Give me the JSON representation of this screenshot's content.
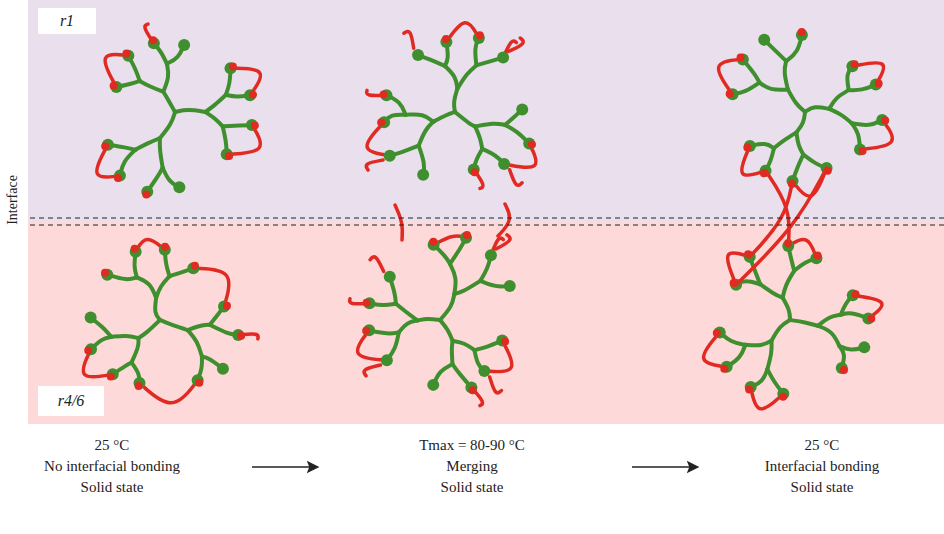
{
  "diagram": {
    "nodes": [
      {
        "text": [
          "r1"
        ]
      },
      {
        "text": [
          "r4/6"
        ]
      }
    ],
    "labels": [
      "Interface",
      "25 °C",
      "No interfacial bonding",
      "Solid state",
      "Tmax = 80-90 °C",
      "Merging",
      "Solid state",
      "25 °C",
      "Interfacial bonding",
      "Solid state"
    ]
  }
}
